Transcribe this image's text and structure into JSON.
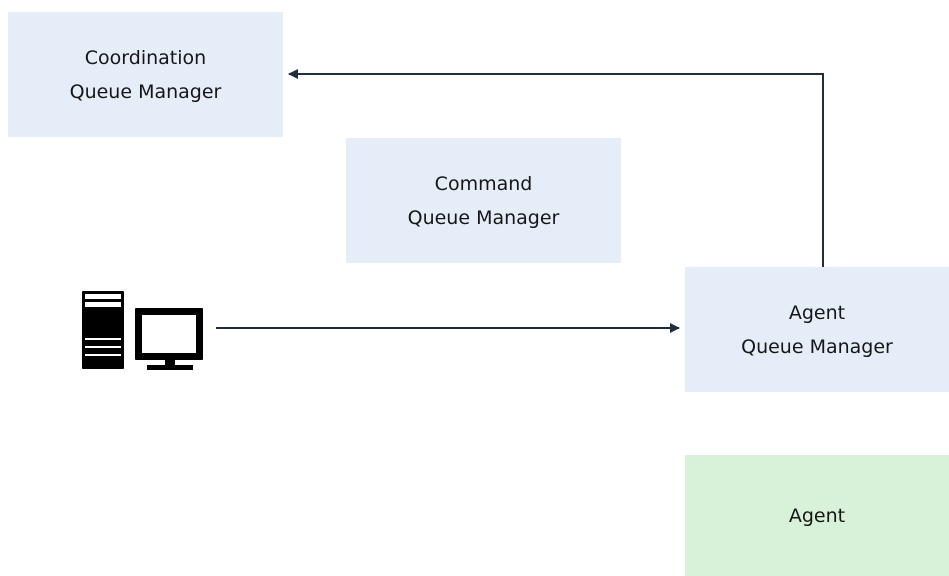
{
  "boxes": {
    "coordination_qm": {
      "line1": "Coordination",
      "line2": "Queue Manager"
    },
    "command_qm": {
      "line1": "Command",
      "line2": "Queue Manager"
    },
    "agent_qm": {
      "line1": "Agent",
      "line2": "Queue Manager"
    },
    "agent": {
      "label": "Agent"
    }
  },
  "icons": {
    "workstation": "computer-icon"
  },
  "colors": {
    "queue_manager_fill": "#e5edf8",
    "agent_fill": "#d8f2d9",
    "connector": "#1f2d3d",
    "icon": "#000000"
  }
}
